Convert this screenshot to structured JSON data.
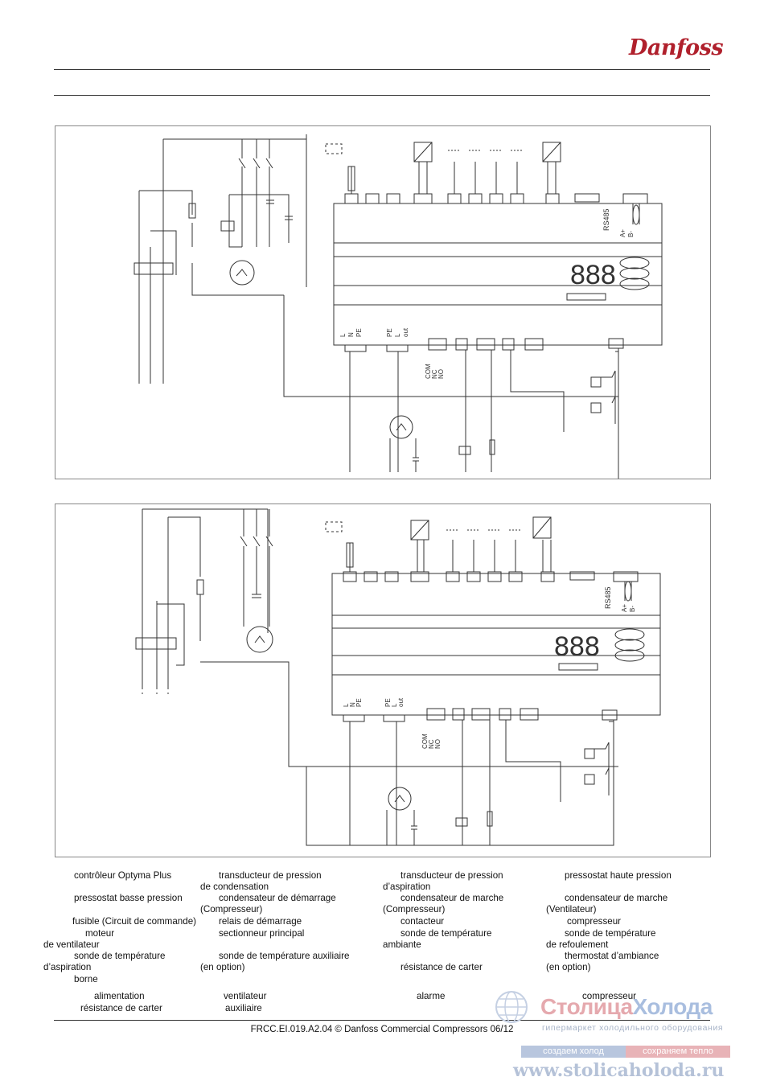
{
  "header": {
    "logo_text": "Danfoss",
    "brand_color": "#b0202c"
  },
  "diagrams": [
    {
      "name": "wiring-diagram-1",
      "controller_label": "RS485",
      "bus_labels": [
        "A+",
        "B-"
      ],
      "power_terms": [
        "L",
        "N",
        "PE"
      ],
      "out_terms": [
        "PE",
        "L",
        "out"
      ],
      "relay_terms": [
        "COM",
        "NC",
        "NO"
      ],
      "display_value": "888"
    },
    {
      "name": "wiring-diagram-2",
      "controller_label": "RS485",
      "bus_labels": [
        "A+",
        "B-"
      ],
      "power_terms": [
        "L",
        "N",
        "PE"
      ],
      "out_terms": [
        "PE",
        "L",
        "out"
      ],
      "relay_terms": [
        "COM",
        "NC",
        "NO"
      ],
      "display_value": "888"
    }
  ],
  "legend": {
    "items": [
      "contrôleur Optyma Plus",
      "transducteur de pression",
      "de condensation",
      "transducteur de pression",
      "d’aspiration",
      "pressostat haute pression",
      "pressostat basse pression",
      "condensateur de démarrage",
      "(Compresseur)",
      "condensateur de marche",
      "(Compresseur)",
      "condensateur de marche",
      "(Ventilateur)",
      "fusible (Circuit de commande)",
      "relais de démarrage",
      "contacteur",
      "compresseur",
      "moteur",
      "de ventilateur",
      "sectionneur principal",
      "sonde de température",
      "ambiante",
      "sonde de température",
      "de refoulement",
      "sonde de température",
      "d’aspiration",
      "sonde de température auxiliaire",
      "(en option)",
      "résistance de carter",
      "thermostat d’ambiance",
      "(en option)",
      "borne",
      "alimentation",
      "ventilateur",
      "alarme",
      "compresseur",
      "résistance de carter",
      "auxiliaire"
    ]
  },
  "footer": {
    "text": "FRCC.EI.019.A2.04 © Danfoss Commercial Compressors 06/12"
  },
  "watermark": {
    "title_a": "Столица",
    "title_b": "Холода",
    "tagline": "гипермаркет холодильного оборудования",
    "pill_left": "создаем холод",
    "pill_right": "сохраняем тепло",
    "url": "www.stolicaholoda.ru"
  }
}
